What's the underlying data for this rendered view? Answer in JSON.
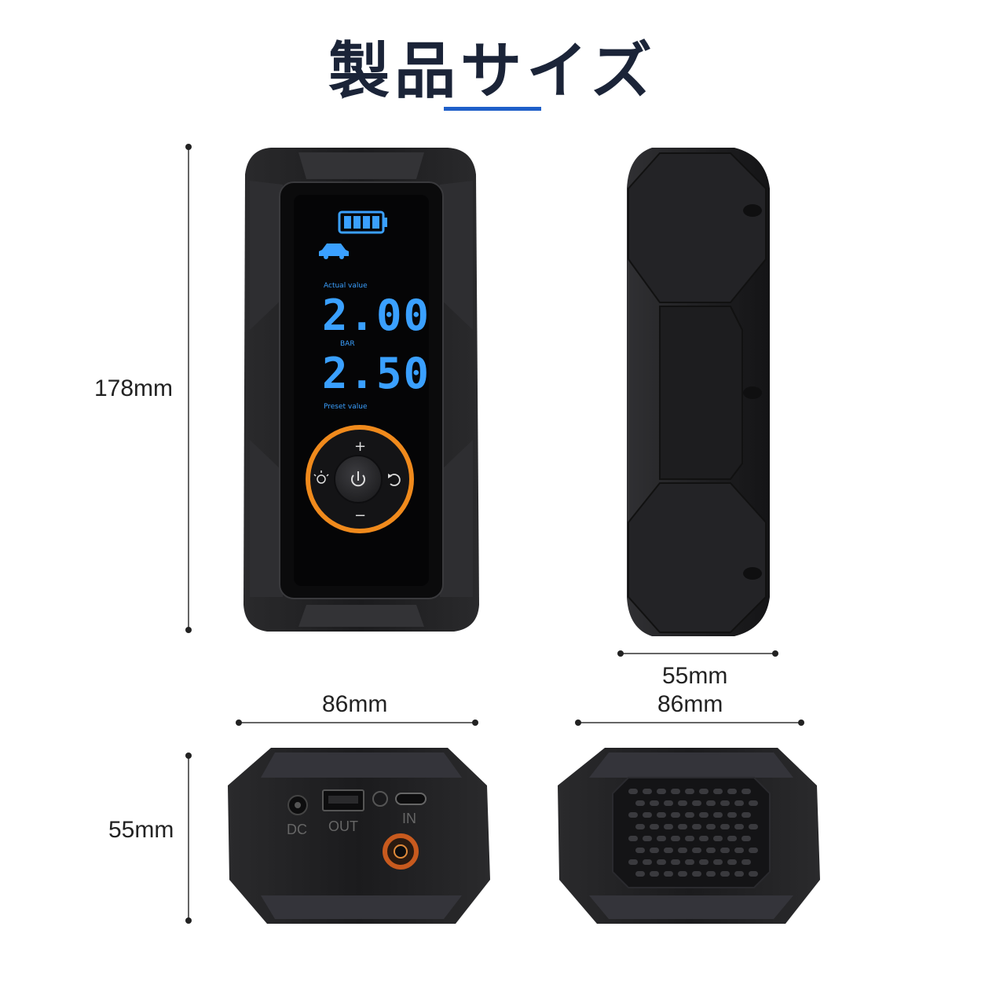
{
  "title": "製品サイズ",
  "dimensions": {
    "front_height": "178mm",
    "side_depth": "55mm",
    "front_width": "86mm",
    "back_width": "86mm",
    "bottom_height": "55mm"
  },
  "display": {
    "actual_label": "Actual value",
    "actual_reading": "2.00",
    "unit": "BAR",
    "preset_reading": "2.50",
    "preset_label": "Preset value"
  },
  "ports": {
    "dc_label": "DC",
    "out_label": "OUT",
    "in_label": "IN"
  },
  "colors": {
    "accent_blue": "#1f5fc9",
    "lcd_blue": "#3aa0ff",
    "ring_orange": "#f08a1c",
    "device_body": "#1c1c1e"
  },
  "icons": [
    "battery-icon",
    "car-icon",
    "light-icon",
    "power-icon",
    "cycle-icon",
    "plus-icon",
    "minus-icon"
  ]
}
